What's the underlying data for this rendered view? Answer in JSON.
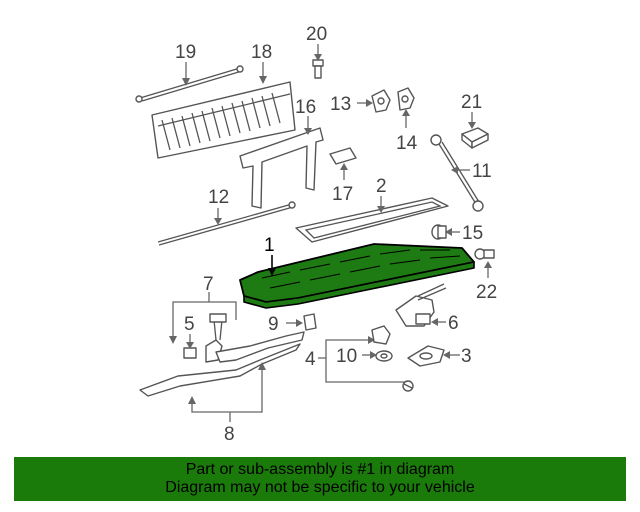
{
  "banner": {
    "line1": "Part or sub-assembly is #1 in diagram",
    "line2": "Diagram may not be specific to your vehicle",
    "background": "#1a7a0a"
  },
  "highlight_color": "#1e7a12",
  "callouts": {
    "c1": "1",
    "c2": "2",
    "c3": "3",
    "c4": "4",
    "c5": "5",
    "c6": "6",
    "c7": "7",
    "c8": "8",
    "c9": "9",
    "c10": "10",
    "c11": "11",
    "c12": "12",
    "c13": "13",
    "c14": "14",
    "c15": "15",
    "c16": "16",
    "c17": "17",
    "c18": "18",
    "c19": "19",
    "c20": "20",
    "c21": "21",
    "c22": "22"
  }
}
